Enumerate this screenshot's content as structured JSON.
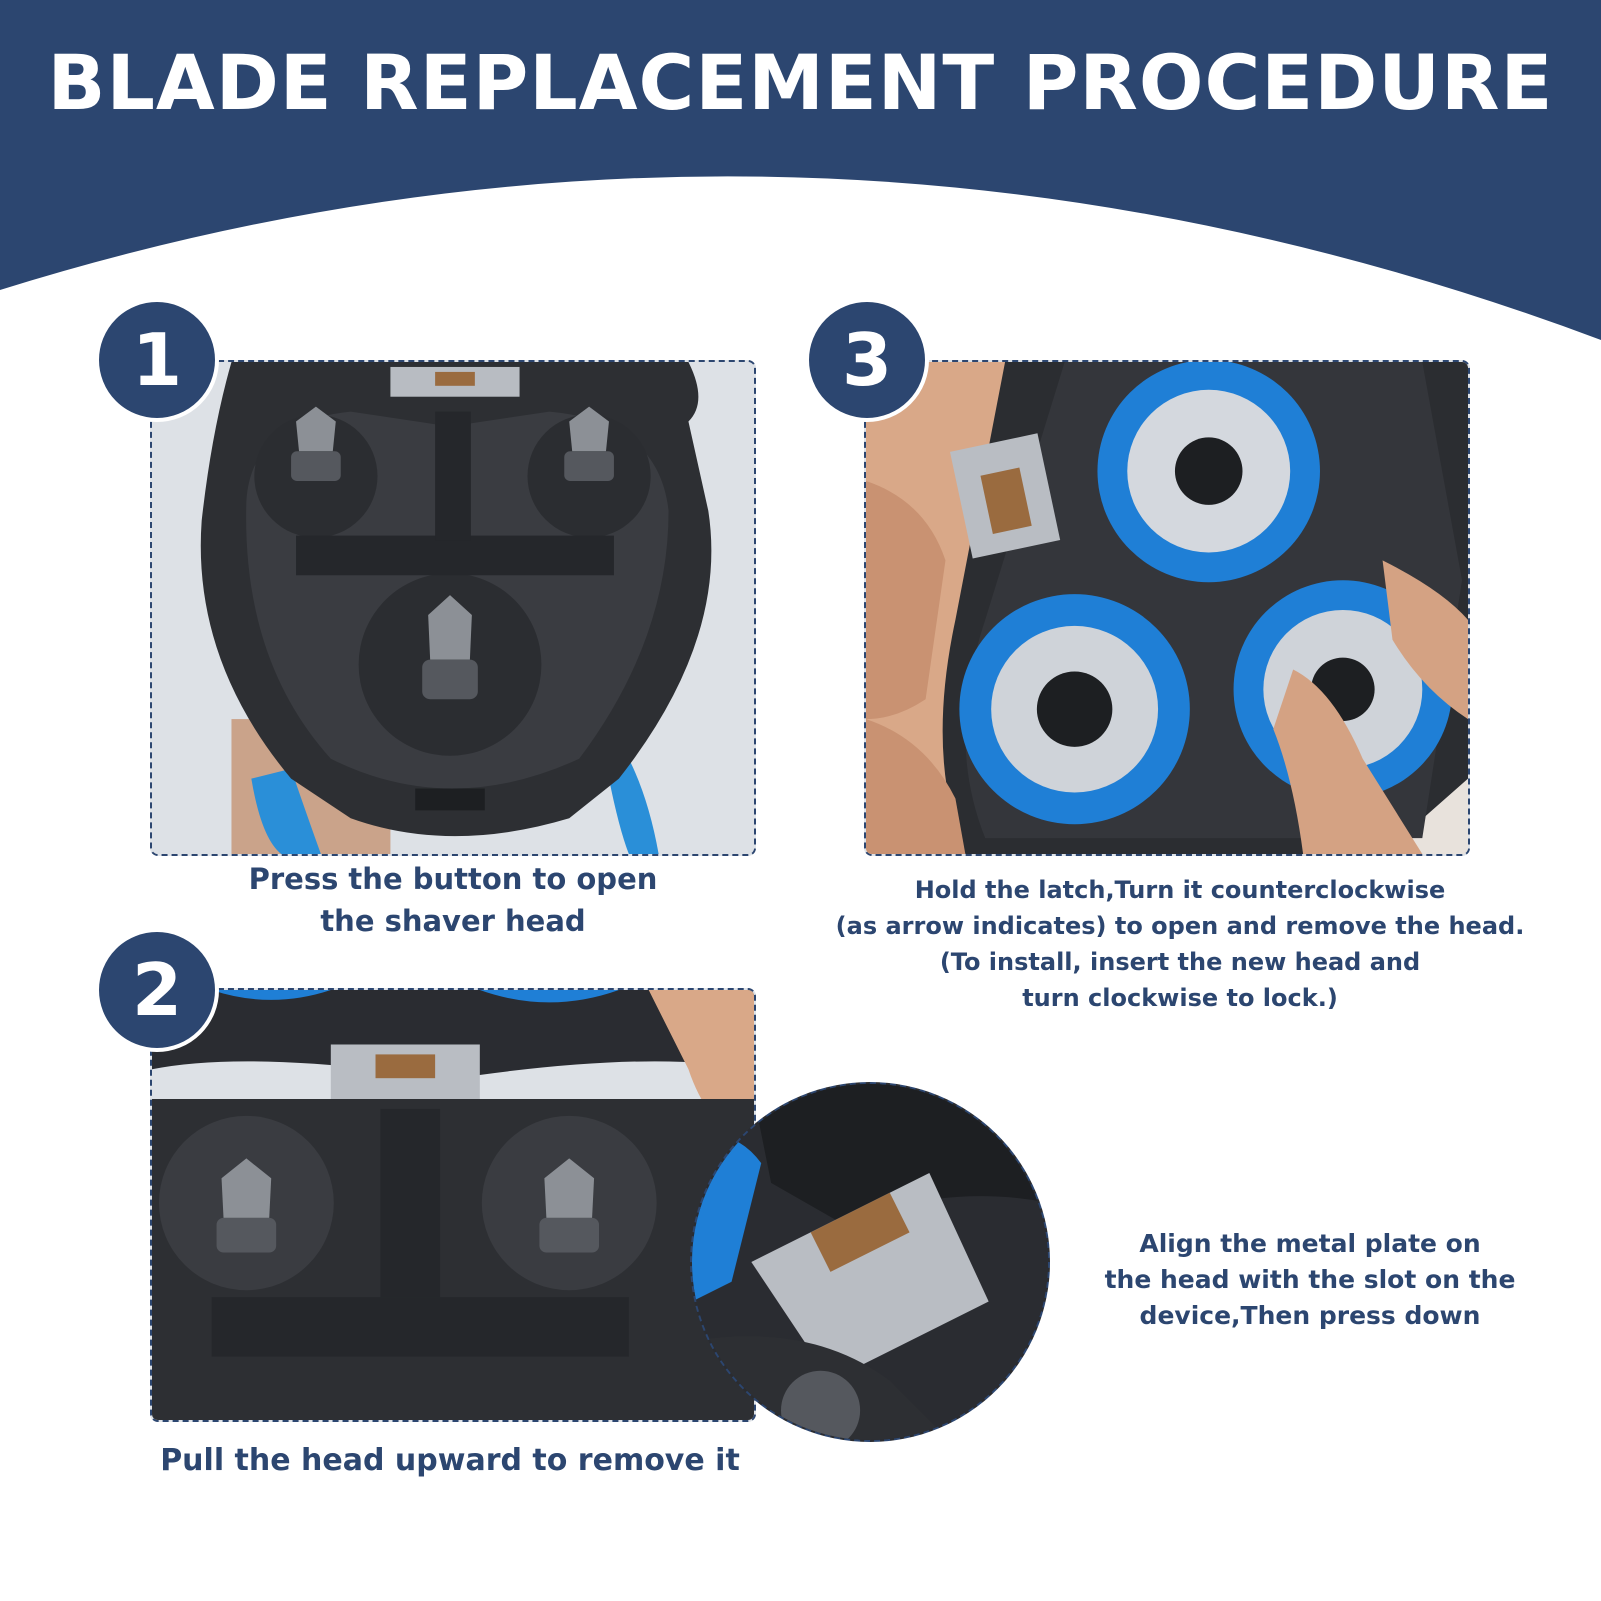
{
  "header": {
    "title": "BLADE REPLACEMENT PROCEDURE",
    "band_color": "#2c4670"
  },
  "steps": [
    {
      "number": "1",
      "caption_lines": [
        "Press the button to open",
        "the shaver head"
      ]
    },
    {
      "number": "2",
      "caption_lines": [
        "Pull the head upward to remove it"
      ]
    },
    {
      "number": "3",
      "caption_lines": [
        "Hold the latch,Turn it counterclockwise",
        "(as arrow indicates) to open and remove the head.",
        "(To install, insert the new head and",
        "turn clockwise to lock.)"
      ]
    }
  ],
  "install_note": {
    "caption_lines": [
      "Align the metal plate on",
      "the head  with the slot on the",
      "device,Then press down"
    ]
  },
  "colors": {
    "accent": "#2c4670",
    "blade_blue": "#1f7fd6",
    "shaver_black": "#25272b"
  }
}
